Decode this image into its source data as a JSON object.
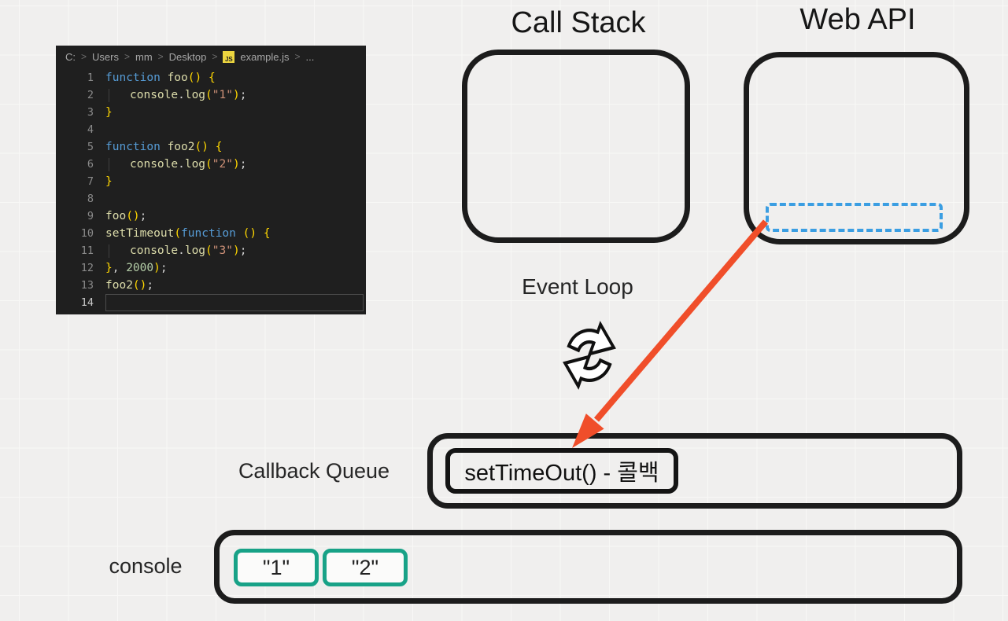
{
  "colors": {
    "arrow_red": "#f04e2a",
    "dashed_blue": "#3b9ee2",
    "console_green": "#18a287",
    "frame_black": "#1c1c1c",
    "editor_bg": "#1f1f1f"
  },
  "editor": {
    "breadcrumb": {
      "path": [
        "C:",
        "Users",
        "mm",
        "Desktop"
      ],
      "file_badge": "JS",
      "file": "example.js",
      "suffix": "..."
    },
    "lines": [
      {
        "num": "1",
        "tokens": [
          [
            "kw",
            "function"
          ],
          [
            "pl",
            " "
          ],
          [
            "fn",
            "foo"
          ],
          [
            "br",
            "()"
          ],
          [
            "pl",
            " "
          ],
          [
            "br",
            "{"
          ]
        ]
      },
      {
        "num": "2",
        "ind": true,
        "tokens": [
          [
            "fn",
            "console"
          ],
          [
            "pl",
            "."
          ],
          [
            "fn",
            "log"
          ],
          [
            "br",
            "("
          ],
          [
            "str",
            "\"1\""
          ],
          [
            "br",
            ")"
          ],
          [
            "pl",
            ";"
          ]
        ]
      },
      {
        "num": "3",
        "tokens": [
          [
            "br",
            "}"
          ]
        ]
      },
      {
        "num": "4",
        "tokens": []
      },
      {
        "num": "5",
        "tokens": [
          [
            "kw",
            "function"
          ],
          [
            "pl",
            " "
          ],
          [
            "fn",
            "foo2"
          ],
          [
            "br",
            "()"
          ],
          [
            "pl",
            " "
          ],
          [
            "br",
            "{"
          ]
        ]
      },
      {
        "num": "6",
        "ind": true,
        "tokens": [
          [
            "fn",
            "console"
          ],
          [
            "pl",
            "."
          ],
          [
            "fn",
            "log"
          ],
          [
            "br",
            "("
          ],
          [
            "str",
            "\"2\""
          ],
          [
            "br",
            ")"
          ],
          [
            "pl",
            ";"
          ]
        ]
      },
      {
        "num": "7",
        "tokens": [
          [
            "br",
            "}"
          ]
        ]
      },
      {
        "num": "8",
        "tokens": []
      },
      {
        "num": "9",
        "tokens": [
          [
            "fn",
            "foo"
          ],
          [
            "br",
            "()"
          ],
          [
            "pl",
            ";"
          ]
        ]
      },
      {
        "num": "10",
        "tokens": [
          [
            "fn",
            "setTimeout"
          ],
          [
            "br",
            "("
          ],
          [
            "kw",
            "function"
          ],
          [
            "pl",
            " "
          ],
          [
            "br",
            "()"
          ],
          [
            "pl",
            " "
          ],
          [
            "br",
            "{"
          ]
        ]
      },
      {
        "num": "11",
        "ind": true,
        "tokens": [
          [
            "fn",
            "console"
          ],
          [
            "pl",
            "."
          ],
          [
            "fn",
            "log"
          ],
          [
            "br",
            "("
          ],
          [
            "str",
            "\"3\""
          ],
          [
            "br",
            ")"
          ],
          [
            "pl",
            ";"
          ]
        ]
      },
      {
        "num": "12",
        "tokens": [
          [
            "br",
            "}"
          ],
          [
            "pl",
            ", "
          ],
          [
            "num",
            "2000"
          ],
          [
            "br",
            ")"
          ],
          [
            "pl",
            ";"
          ]
        ]
      },
      {
        "num": "13",
        "tokens": [
          [
            "fn",
            "foo2"
          ],
          [
            "br",
            "()"
          ],
          [
            "pl",
            ";"
          ]
        ]
      },
      {
        "num": "14",
        "active": true,
        "tokens": []
      }
    ]
  },
  "diagram": {
    "call_stack_title": "Call Stack",
    "web_api_title": "Web API",
    "event_loop_label": "Event Loop",
    "callback_queue_label": "Callback Queue",
    "console_label": "console",
    "queue_item": "setTimeOut() - 콜백",
    "console_items": [
      "\"1\"",
      "\"2\""
    ],
    "icons": {
      "event_loop": "sync-cycle-icon",
      "file": "js-file-icon"
    }
  }
}
